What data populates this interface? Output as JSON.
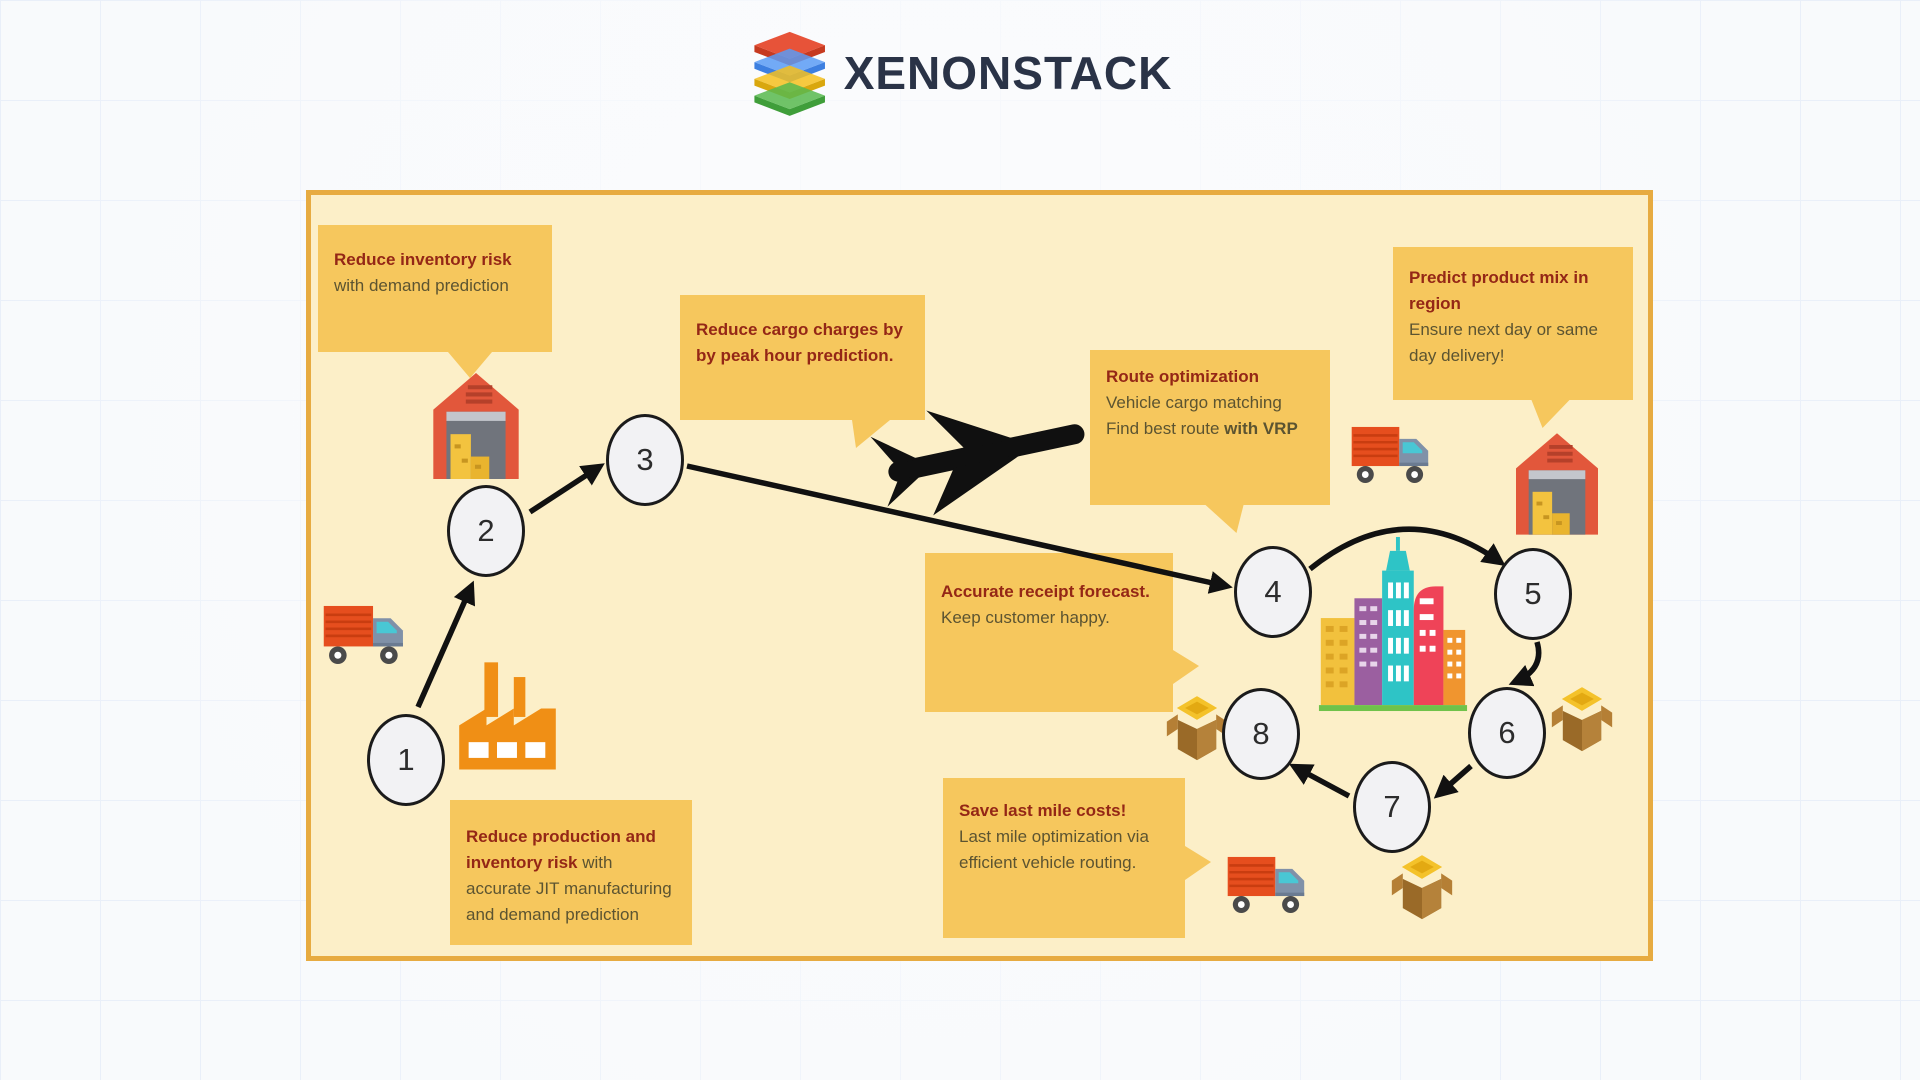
{
  "logo": {
    "text": "XENONSTACK",
    "text_color": "#2a3347",
    "layer_colors": [
      "#e64a2e",
      "#5b9bf5",
      "#f4c01e",
      "#57b94e"
    ]
  },
  "diagram": {
    "colors": {
      "panel_bg": "#fcefc8",
      "panel_border": "#e7ab41",
      "callout_bg": "#f6c75d",
      "heading_text": "#942716",
      "body_text": "#5c5431",
      "arrow": "#111111",
      "circle_fill": "#f2f2f4",
      "circle_border": "#1b1b1b",
      "accent_orange": "#f08f15"
    },
    "callouts": [
      {
        "id": "inventory-risk",
        "heading": "Reduce inventory risk",
        "body": "with demand prediction"
      },
      {
        "id": "cargo-charges",
        "heading": "Reduce cargo charges by\nby peak hour prediction."
      },
      {
        "id": "route-optimization",
        "heading": "Route optimization",
        "body": "Vehicle cargo matching",
        "body2_prefix": "Find best route ",
        "body2_bold": "with VRP"
      },
      {
        "id": "product-mix",
        "heading": "Predict product mix in\nregion",
        "body": "Ensure next day or same\nday delivery!"
      },
      {
        "id": "receipt-forecast",
        "heading": "Accurate receipt forecast.",
        "body": "Keep customer happy."
      },
      {
        "id": "production-risk",
        "heading": "Reduce production and\ninventory risk",
        "heading_suffix": " with",
        "body": "accurate JIT manufacturing\nand demand prediction"
      },
      {
        "id": "last-mile",
        "heading": "Save last mile costs!",
        "body": "Last mile optimization via\nefficient vehicle routing."
      }
    ],
    "steps": [
      {
        "number": "1"
      },
      {
        "number": "2"
      },
      {
        "number": "3"
      },
      {
        "number": "4"
      },
      {
        "number": "5"
      },
      {
        "number": "6"
      },
      {
        "number": "7"
      },
      {
        "number": "8"
      }
    ],
    "icons": [
      "truck-icon",
      "factory-icon",
      "warehouse-icon",
      "airplane-icon",
      "city-icon",
      "package-icon"
    ]
  }
}
